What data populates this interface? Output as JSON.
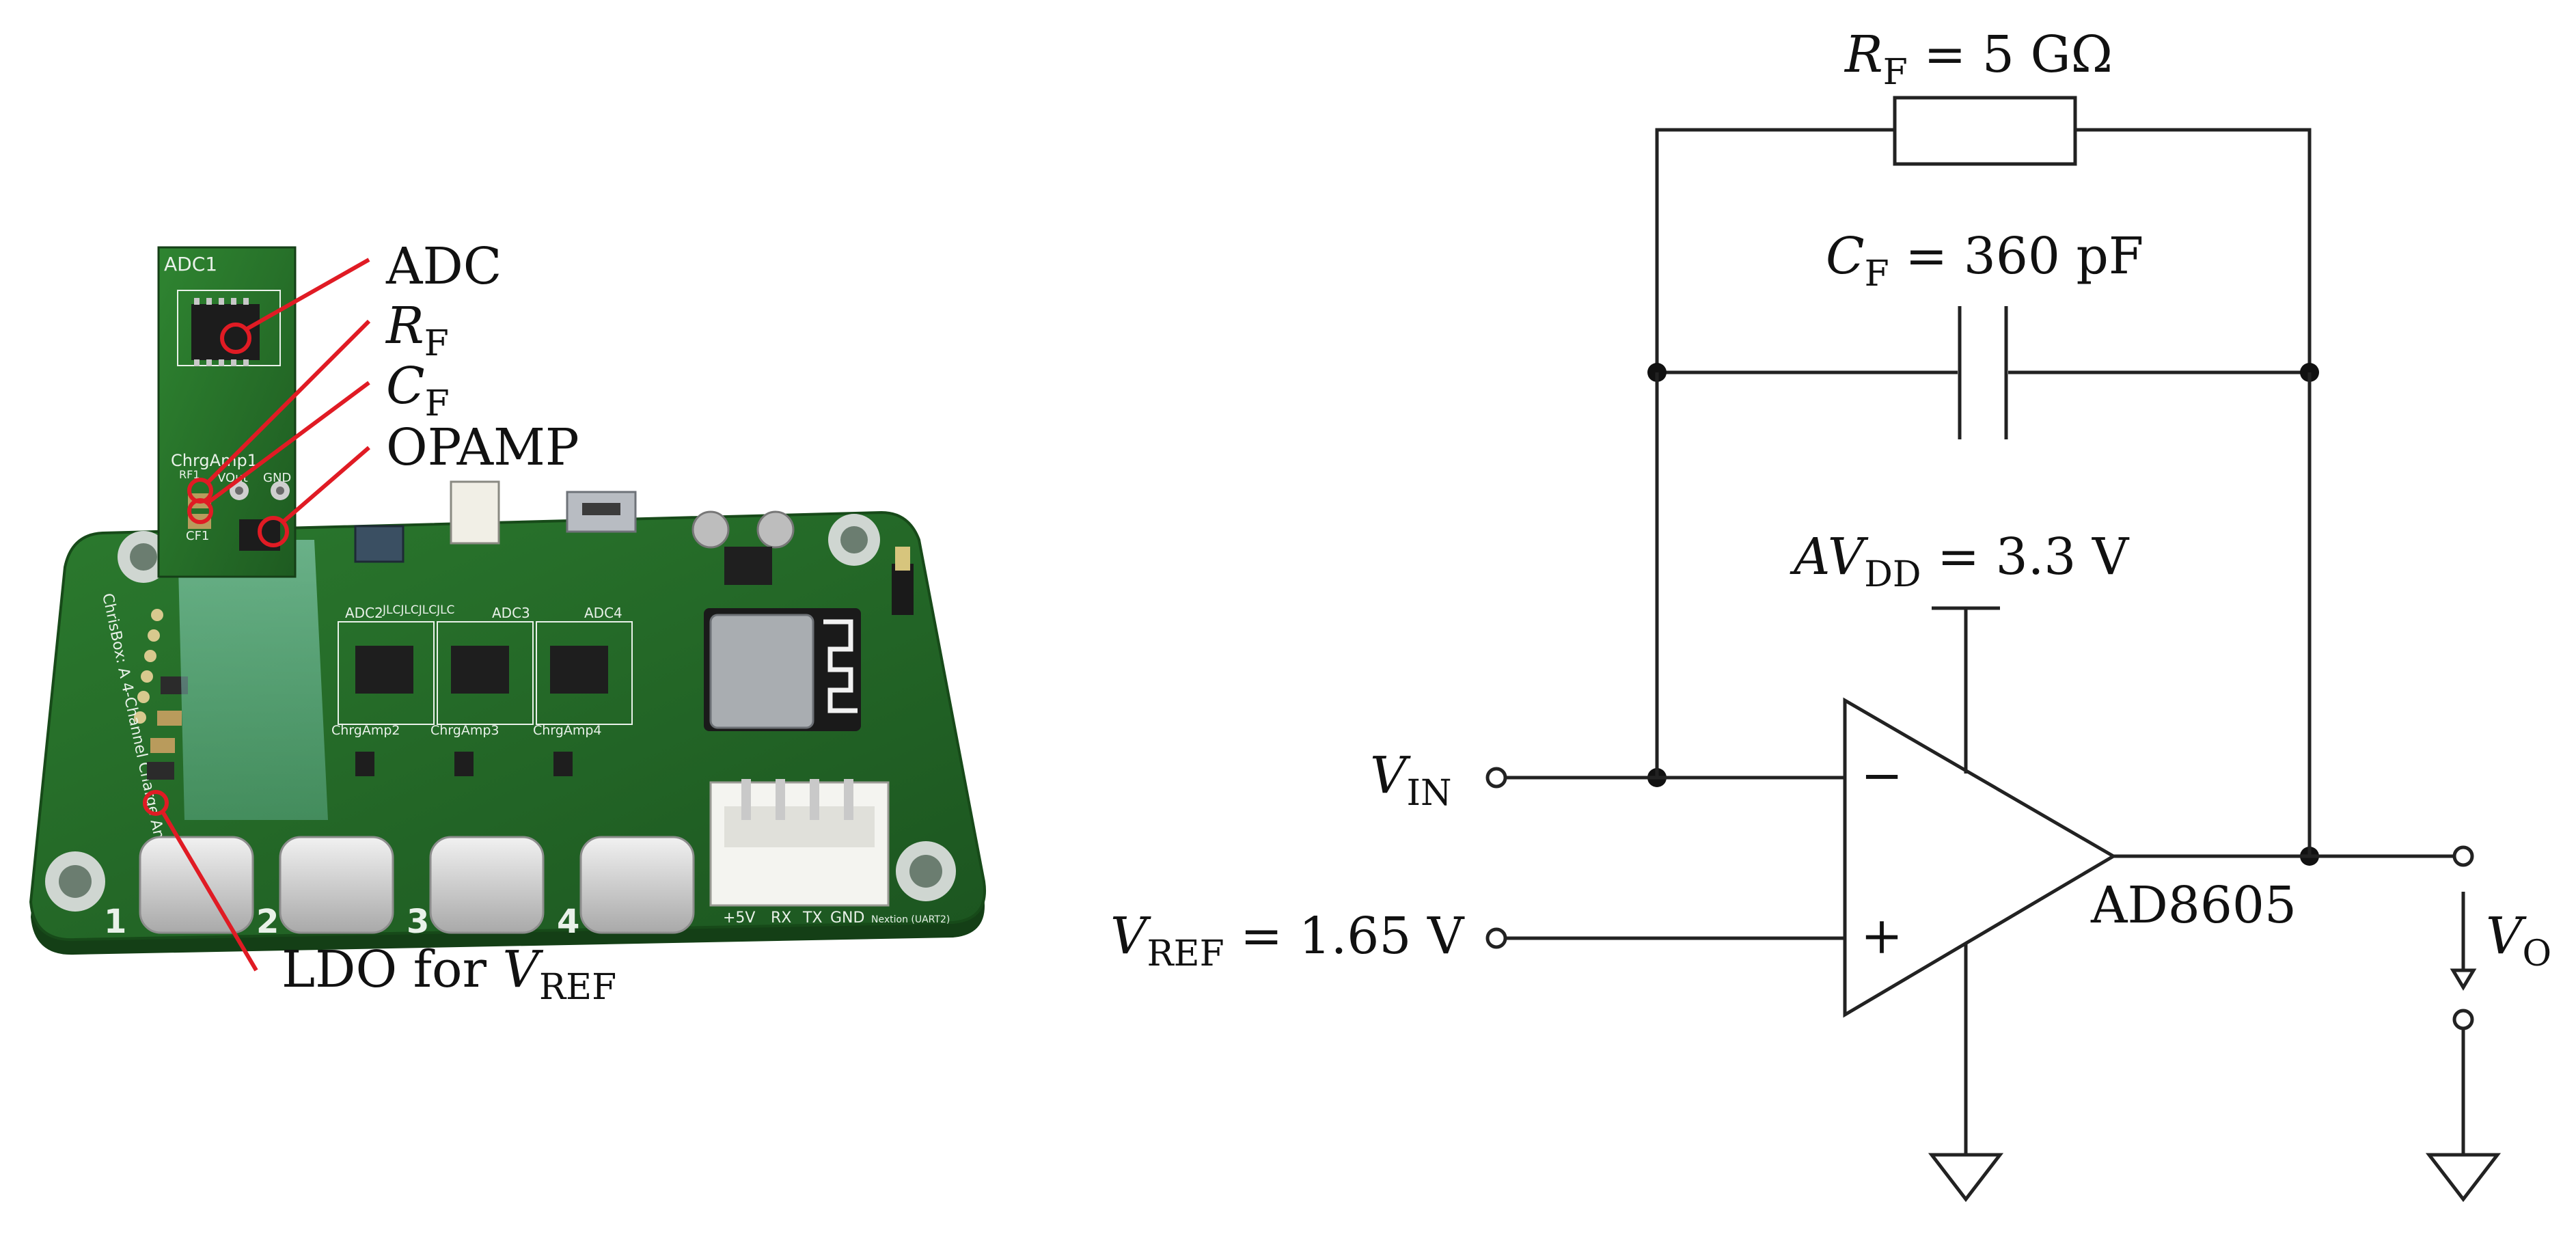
{
  "board": {
    "title_silk": "ChrisBox: A 4-Channel Charge Amplifier",
    "module": {
      "title": "ADC1",
      "channel": "ChrgAmp1",
      "pins": [
        "VOut",
        "GND"
      ],
      "comp_rf": "RF1",
      "comp_cf": "CF1"
    },
    "jlc_tag": "JLCJLCJLCJLC",
    "adc_labels": [
      "ADC2",
      "ADC3",
      "ADC4"
    ],
    "amp_labels": [
      "ChrgAmp2",
      "ChrgAmp3",
      "ChrgAmp4"
    ],
    "usb_numbers": [
      "1",
      "2",
      "3",
      "4"
    ],
    "connector_pins": [
      "+5V",
      "RX",
      "TX",
      "GND"
    ],
    "connector_note": "Nextion (UART2)"
  },
  "callouts": {
    "adc": "ADC",
    "rf": {
      "main": "R",
      "sub": "F"
    },
    "cf": {
      "main": "C",
      "sub": "F"
    },
    "opamp": "OPAMP",
    "ldo": {
      "prefix": "LDO for ",
      "main": "V",
      "sub": "REF"
    }
  },
  "schematic": {
    "rf": {
      "sym": "R",
      "sub": "F",
      "value": " = 5 GΩ"
    },
    "cf": {
      "sym": "C",
      "sub": "F",
      "value": " = 360 pF"
    },
    "avdd": {
      "sym": "AV",
      "sub": "DD",
      "value": " = 3.3 V"
    },
    "vin": {
      "sym": "V",
      "sub": "IN"
    },
    "vref": {
      "sym": "V",
      "sub": "REF",
      "value": " = 1.65 V"
    },
    "vo": {
      "sym": "V",
      "sub": "O"
    },
    "opamp_part": "AD8605",
    "minus": "−",
    "plus": "+"
  },
  "colors": {
    "pcb": "#1f5c22",
    "pcb_edge": "#174a19",
    "callout": "#e01b24",
    "wire": "#222222"
  }
}
